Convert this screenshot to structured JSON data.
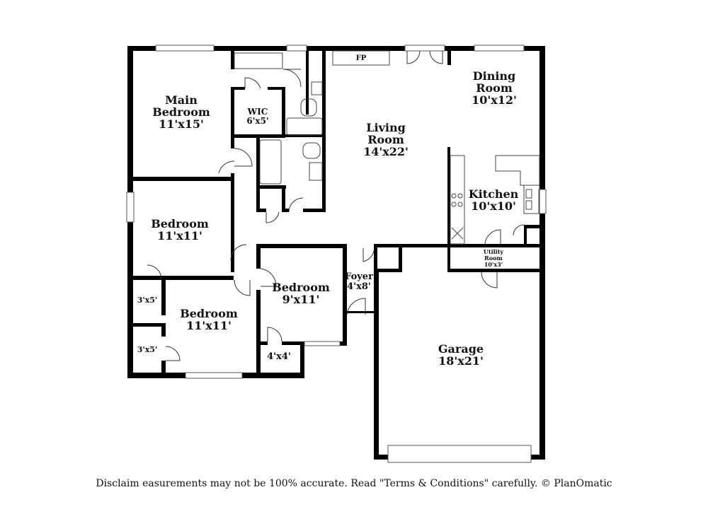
{
  "rooms": {
    "main_bedroom": {
      "name1": "Main",
      "name2": "Bedroom",
      "size": "11'x15'"
    },
    "wic": {
      "name": "WIC",
      "size": "6'x5'"
    },
    "living_room": {
      "name1": "Living",
      "name2": "Room",
      "size": "14'x22'"
    },
    "dining_room": {
      "name1": "Dining",
      "name2": "Room",
      "size": "10'x12'"
    },
    "kitchen": {
      "name": "Kitchen",
      "size": "10'x10'"
    },
    "utility_room": {
      "name1": "Utility",
      "name2": "Room",
      "size": "10'x3'"
    },
    "bedroom_a": {
      "name": "Bedroom",
      "size": "11'x11'"
    },
    "bedroom_b": {
      "name": "Bedroom",
      "size": "11'x11'"
    },
    "bedroom_c": {
      "name": "Bedroom",
      "size": "9'x11'"
    },
    "foyer": {
      "name": "Foyer",
      "size": "4'x8'"
    },
    "garage": {
      "name": "Garage",
      "size": "18'x21'"
    },
    "closet_1": {
      "size": "3'x5'"
    },
    "closet_2": {
      "size": "3'x5'"
    },
    "closet_3": {
      "size": "4'x4'"
    }
  },
  "fireplace": {
    "label": "FP"
  },
  "disclaimer": {
    "text": "Disclaim    easurements may not be 100% accurate. Read \"Terms & Conditions\" carefully. © PlanOmatic"
  }
}
